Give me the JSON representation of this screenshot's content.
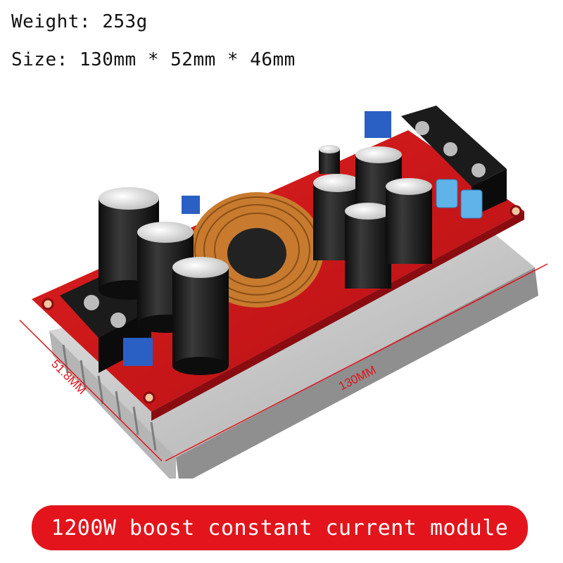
{
  "specs": {
    "weight": "Weight: 253g",
    "size": "Size: 130mm * 52mm * 46mm"
  },
  "dimensions": {
    "length_label": "130MM",
    "width_label": "51.8MM"
  },
  "banner": {
    "text": "1200W boost constant current module"
  },
  "colors": {
    "pcb": "#d8141a",
    "banner": "#e3141b",
    "heatsink": "#c9c9c9",
    "copper": "#c87a2e",
    "capacitor": "#1a1a1a"
  }
}
